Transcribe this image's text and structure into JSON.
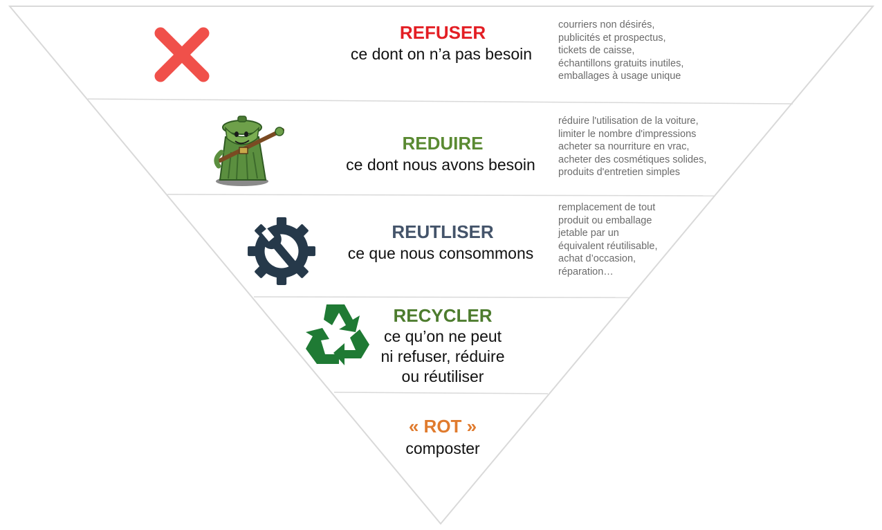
{
  "tiers": [
    {
      "id": "refuser",
      "title": "REFUSER",
      "title_color": "#e31e24",
      "subtitle_lines": [
        "ce dont on n’a pas besoin"
      ],
      "examples": [
        "courriers non désirés,",
        "publicités et prospectus,",
        "tickets de caisse,",
        "échantillons gratuits inutiles,",
        "emballages à usage unique"
      ],
      "icon": "red-cross-icon"
    },
    {
      "id": "reduire",
      "title": "REDUIRE",
      "title_color": "#5a8a32",
      "subtitle_lines": [
        "ce dont nous avons besoin"
      ],
      "examples": [
        "réduire l'utilisation de la voiture,",
        "limiter le nombre d'impressions",
        "acheter sa nourriture en vrac,",
        "acheter des cosmétiques solides,",
        "produits d'entretien simples"
      ],
      "icon": "trash-can-mascot-icon"
    },
    {
      "id": "reutiliser",
      "title": "REUTLISER",
      "title_color": "#44546a",
      "subtitle_lines": [
        "ce que nous consommons"
      ],
      "examples": [
        "remplacement de tout",
        "produit ou emballage",
        "jetable par un",
        "équivalent réutilisable,",
        "achat d’occasion,",
        "réparation…"
      ],
      "icon": "gear-wrench-icon"
    },
    {
      "id": "recycler",
      "title": "RECYCLER",
      "title_color": "#4d7c2e",
      "subtitle_lines": [
        "ce qu’on ne peut",
        "ni refuser, réduire",
        "ou réutiliser"
      ],
      "examples": [],
      "icon": "recycle-icon"
    },
    {
      "id": "rot",
      "title": "« ROT »",
      "title_color": "#e07b2e",
      "subtitle_lines": [
        "composter"
      ],
      "examples": [],
      "icon": ""
    }
  ],
  "colors": {
    "outline": "#d9d9d9",
    "examples_text": "#6b6b6b",
    "recycle_green": "#1f7a34",
    "gear_dark": "#26394a",
    "cross_red": "#f0504a"
  }
}
